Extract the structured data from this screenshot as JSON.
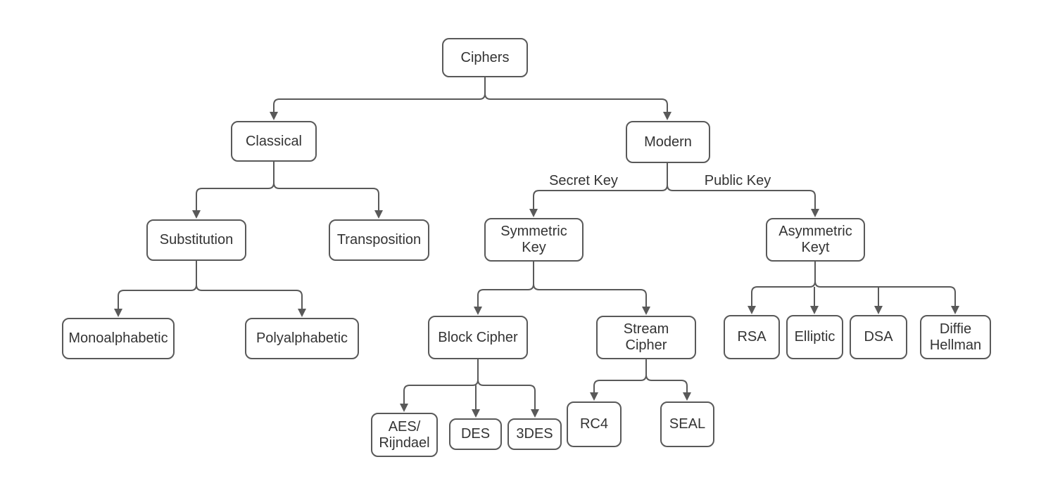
{
  "colors": {
    "node_border": "#595959",
    "connector": "#595959",
    "text": "#333333",
    "background": "#ffffff"
  },
  "nodes": {
    "ciphers": {
      "label": "Ciphers"
    },
    "classical": {
      "label": "Classical"
    },
    "modern": {
      "label": "Modern"
    },
    "substitution": {
      "label": "Substitution"
    },
    "transposition": {
      "label": "Transposition"
    },
    "symmetric": {
      "label": "Symmetric\nKey"
    },
    "asymmetric": {
      "label": "Asymmetric\nKeyt"
    },
    "mono": {
      "label": "Monoalphabetic"
    },
    "poly": {
      "label": "Polyalphabetic"
    },
    "block": {
      "label": "Block Cipher"
    },
    "stream": {
      "label": "Stream\nCipher"
    },
    "rsa": {
      "label": "RSA"
    },
    "elliptic": {
      "label": "Elliptic"
    },
    "dsa": {
      "label": "DSA"
    },
    "diffie": {
      "label": "Diffie\nHellman"
    },
    "aes": {
      "label": "AES/\nRijndael"
    },
    "des": {
      "label": "DES"
    },
    "threedes": {
      "label": "3DES"
    },
    "rc4": {
      "label": "RC4"
    },
    "seal": {
      "label": "SEAL"
    }
  },
  "edge_labels": {
    "secret_key": "Secret Key",
    "public_key": "Public Key"
  },
  "edges": [
    {
      "from": "Ciphers",
      "to": "Classical"
    },
    {
      "from": "Ciphers",
      "to": "Modern"
    },
    {
      "from": "Classical",
      "to": "Substitution"
    },
    {
      "from": "Classical",
      "to": "Transposition"
    },
    {
      "from": "Modern",
      "to": "Symmetric Key",
      "label": "Secret Key"
    },
    {
      "from": "Modern",
      "to": "Asymmetric Keyt",
      "label": "Public Key"
    },
    {
      "from": "Substitution",
      "to": "Monoalphabetic"
    },
    {
      "from": "Substitution",
      "to": "Polyalphabetic"
    },
    {
      "from": "Symmetric Key",
      "to": "Block Cipher"
    },
    {
      "from": "Symmetric Key",
      "to": "Stream Cipher"
    },
    {
      "from": "Asymmetric Keyt",
      "to": "RSA"
    },
    {
      "from": "Asymmetric Keyt",
      "to": "Elliptic"
    },
    {
      "from": "Asymmetric Keyt",
      "to": "DSA"
    },
    {
      "from": "Asymmetric Keyt",
      "to": "Diffie Hellman"
    },
    {
      "from": "Block Cipher",
      "to": "AES/Rijndael"
    },
    {
      "from": "Block Cipher",
      "to": "DES"
    },
    {
      "from": "Block Cipher",
      "to": "3DES"
    },
    {
      "from": "Stream Cipher",
      "to": "RC4"
    },
    {
      "from": "Stream Cipher",
      "to": "SEAL"
    }
  ]
}
